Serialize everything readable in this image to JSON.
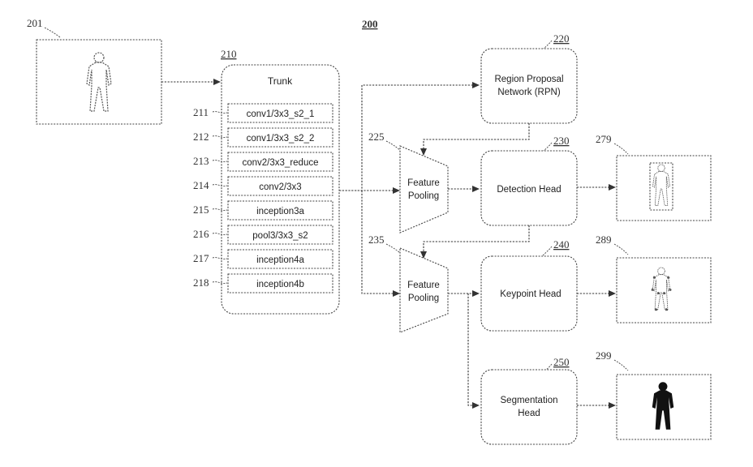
{
  "figure_number": "200",
  "input_image": {
    "ref": "201"
  },
  "trunk": {
    "ref": "210",
    "title": "Trunk",
    "layers": [
      {
        "ref": "211",
        "label": "conv1/3x3_s2_1"
      },
      {
        "ref": "212",
        "label": "conv1/3x3_s2_2"
      },
      {
        "ref": "213",
        "label": "conv2/3x3_reduce"
      },
      {
        "ref": "214",
        "label": "conv2/3x3"
      },
      {
        "ref": "215",
        "label": "inception3a"
      },
      {
        "ref": "216",
        "label": "pool3/3x3_s2"
      },
      {
        "ref": "217",
        "label": "inception4a"
      },
      {
        "ref": "218",
        "label": "inception4b"
      }
    ]
  },
  "rpn": {
    "ref": "220",
    "line1": "Region Proposal",
    "line2": "Network (RPN)"
  },
  "feature_pooling_1": {
    "ref": "225",
    "line1": "Feature",
    "line2": "Pooling"
  },
  "feature_pooling_2": {
    "ref": "235",
    "line1": "Feature",
    "line2": "Pooling"
  },
  "detection_head": {
    "ref": "230",
    "label": "Detection Head"
  },
  "keypoint_head": {
    "ref": "240",
    "label": "Keypoint Head"
  },
  "segmentation_head": {
    "ref": "250",
    "line1": "Segmentation",
    "line2": "Head"
  },
  "outputs": {
    "detection": {
      "ref": "279"
    },
    "keypoint": {
      "ref": "289"
    },
    "segmentation": {
      "ref": "299"
    }
  }
}
